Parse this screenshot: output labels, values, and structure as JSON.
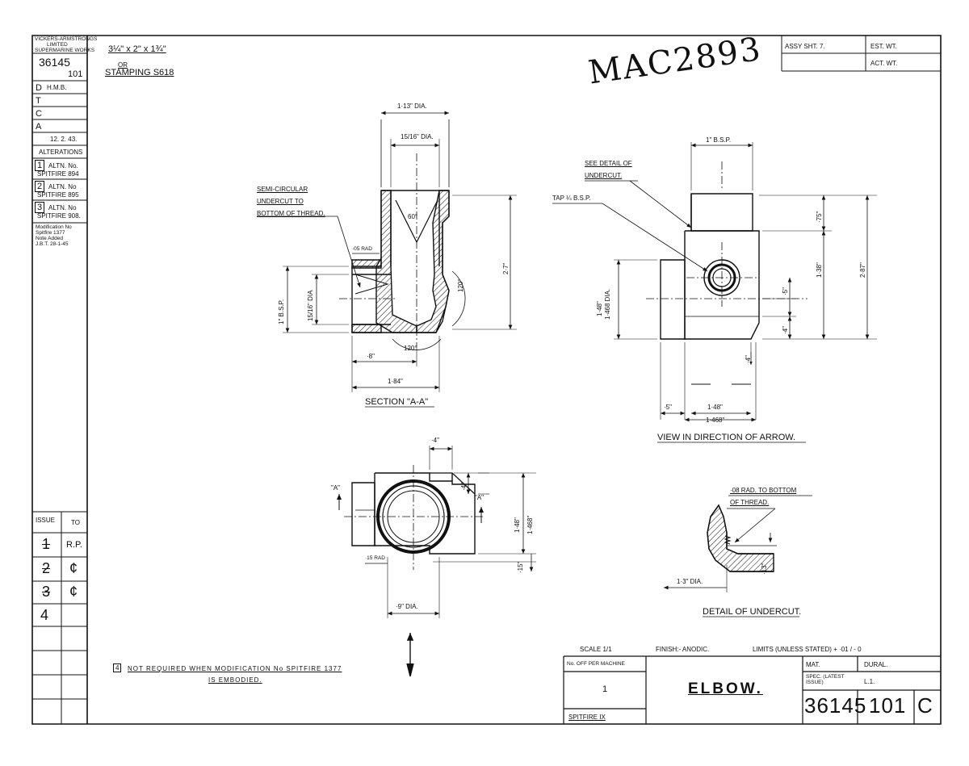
{
  "company": {
    "line1": "VICKERS-ARMSTRONGS",
    "line2": "LIMITED",
    "line3": "SUPERMARINE WORKS"
  },
  "drawing_no_small": {
    "part": "36145",
    "sub": "101"
  },
  "approvals": [
    {
      "letter": "D",
      "name": "H.M.B."
    },
    {
      "letter": "T",
      "name": ""
    },
    {
      "letter": "C",
      "name": ""
    },
    {
      "letter": "A",
      "name": ""
    }
  ],
  "date": "12. 2. 43.",
  "alterations_heading": "ALTERATIONS",
  "alterations": [
    {
      "num": "1",
      "line1": "ALTN. No.",
      "line2": "SPITFIRE 894"
    },
    {
      "num": "2",
      "line1": "ALTN. No",
      "line2": "SPITFIRE 895"
    },
    {
      "num": "3",
      "line1": "ALTN. No",
      "line2": "SPITFIRE 908."
    }
  ],
  "modification_note": {
    "line1": "Modification No",
    "line2": "Spitfire 1377",
    "line3": "Note Added",
    "line4": "J.B.T. 28-1-45"
  },
  "issue_table": {
    "header_issue": "ISSUE",
    "header_to": "TO",
    "rows": [
      {
        "issue": "1",
        "to": "R.P."
      },
      {
        "issue": "2",
        "to": "¢"
      },
      {
        "issue": "3",
        "to": "¢"
      },
      {
        "issue": "4",
        "to": ""
      }
    ]
  },
  "stock": {
    "size": "3¼\" x 2\" x 1¾\"",
    "or": "OR",
    "stamping": "STAMPING S618"
  },
  "handwritten_ref": "MAC2893",
  "weights": {
    "assy": "ASSY SHT. 7.",
    "est": "EST. WT.",
    "act": "ACT. WT."
  },
  "section_view": {
    "dia_outer": "1·13\" DIA.",
    "dia_inner": "15/16\" DIA.",
    "angle_top": "60°",
    "angle_right": "120°",
    "angle_bottom": "120°",
    "height": "2·7\"",
    "undercut_note": [
      "SEMI-CIRCULAR",
      "UNDERCUT TO",
      "BOTTOM OF THREAD."
    ],
    "rad": "·05 RAD",
    "bsp": "1\" B.S.P.",
    "dia_side": "15/16\" DIA",
    "dim_8": "·8\"",
    "dim_184": "1·84\"",
    "caption": "SECTION \"A-A\""
  },
  "arrow_view": {
    "bsp": "1\" B.S.P.",
    "see_detail": [
      "SEE DETAIL OF",
      "UNDERCUT."
    ],
    "tap": "TAP ¼ B.S.P.",
    "dim_75": "·75\"",
    "dim_138": "1·38\"",
    "dim_287": "2·87\"",
    "dim_5": "·5\"",
    "dim_4a": "·4\"",
    "dim_4b": "·4\"",
    "dia_148": "1·48\"",
    "dia_1468": "1·468 DIA.",
    "dim_5b": "·5\"",
    "dim_148b": "1·48\"",
    "dim_1468b": "1·468\"",
    "caption": "VIEW IN DIRECTION OF ARROW."
  },
  "plan_view": {
    "dim_4top": "·4\"",
    "dim_4right": "·4\"",
    "label_a_left": "\"A\"",
    "label_a_right": "\"A\"",
    "dim_148": "1·48\"",
    "dim_1468": "1·468\"",
    "rad": "·15 RAD",
    "dim_15": "·15\"",
    "dia_9": "·9\" DIA."
  },
  "detail_view": {
    "note": [
      "·08 RAD. TO BOTTOM",
      "OF THREAD."
    ],
    "dia": "1·3\" DIA.",
    "dim_13": "·13\"",
    "caption": "DETAIL OF UNDERCUT."
  },
  "footnote": {
    "marker": "4",
    "line1": "NOT REQUIRED WHEN MODIFICATION No SPITFIRE 1377",
    "line2": "IS EMBODIED."
  },
  "title_block": {
    "scale": "SCALE 1/1",
    "finish": "FINISH:- ANODIC.",
    "limits": "LIMITS (UNLESS STATED) + ·01 / - 0",
    "no_off_label": "No. OFF PER MACHINE",
    "no_off": "1",
    "aircraft": "SPITFIRE IX",
    "title": "ELBOW.",
    "mat_label": "MAT.",
    "mat": "DURAL.",
    "spec_label": "SPEC. (LATEST ISSUE)",
    "spec": "L.1.",
    "part": "36145",
    "sub": "101",
    "rev": "C"
  }
}
